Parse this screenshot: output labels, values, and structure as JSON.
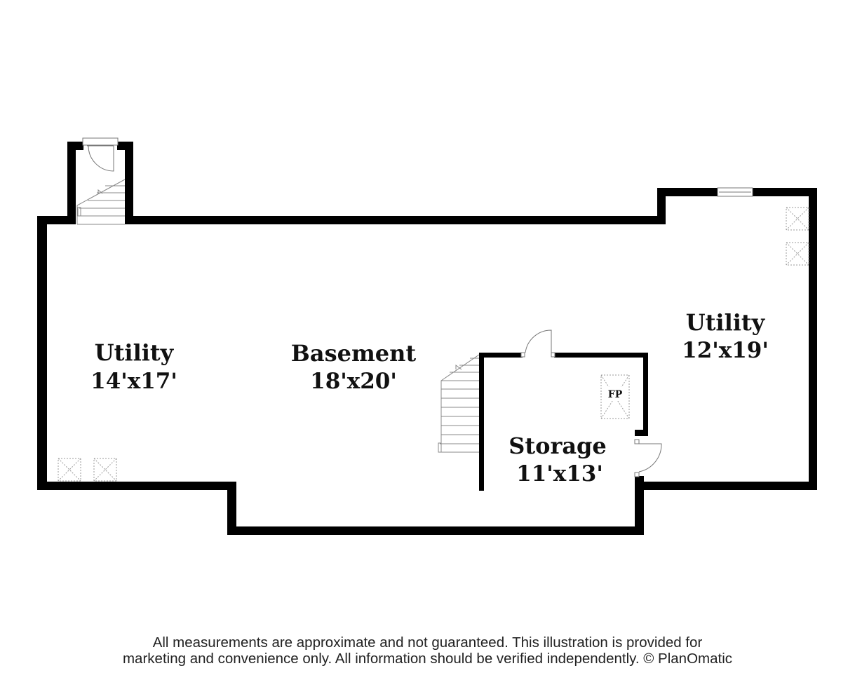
{
  "rooms": {
    "utility_left": {
      "name": "Utility",
      "dims": "14'x17'"
    },
    "basement": {
      "name": "Basement",
      "dims": "18'x20'"
    },
    "storage": {
      "name": "Storage",
      "dims": "11'x13'"
    },
    "utility_right": {
      "name": "Utility",
      "dims": "12'x19'"
    }
  },
  "fixtures": {
    "fireplace_label": "FP"
  },
  "disclaimer": {
    "line1": "All measurements are approximate and not guaranteed. This illustration is provided for",
    "line2": "marketing and convenience only. All information should be verified independently. © PlanOmatic"
  },
  "colors": {
    "wall": "#000000",
    "thin_line": "#888888",
    "text": "#111111"
  }
}
